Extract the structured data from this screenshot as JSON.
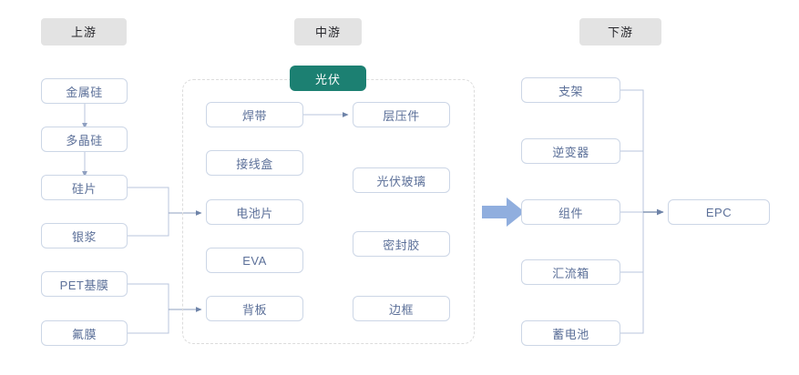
{
  "diagram": {
    "title_hidden": "",
    "colors": {
      "node_border": "#ccd6e6",
      "node_text": "#5c7099",
      "stage_header_bg": "#e3e3e3",
      "stage_header_text": "#26262b",
      "badge_bg": "#1c8072",
      "badge_text": "#ffffff",
      "wire": "#b9c6dd",
      "arrow_thin": "#6e83a8",
      "big_arrow": "#90aede",
      "dashed_border": "#dcdcdc",
      "background": "#ffffff"
    },
    "stages": [
      {
        "id": "upstream",
        "label": "上游"
      },
      {
        "id": "midstream",
        "label": "中游"
      },
      {
        "id": "downstream",
        "label": "下游"
      }
    ],
    "mid_badge": {
      "label": "光伏"
    },
    "upstream_nodes": [
      {
        "id": "metal-silicon",
        "label": "金属硅"
      },
      {
        "id": "polysilicon",
        "label": "多晶硅"
      },
      {
        "id": "silicon-wafer",
        "label": "硅片"
      },
      {
        "id": "silver-paste",
        "label": "银浆"
      },
      {
        "id": "pet-base-film",
        "label": "PET基膜"
      },
      {
        "id": "fluorine-film",
        "label": "氟膜"
      }
    ],
    "midstream_left_nodes": [
      {
        "id": "solder-ribbon",
        "label": "焊带"
      },
      {
        "id": "junction-box",
        "label": "接线盒"
      },
      {
        "id": "solar-cell",
        "label": "电池片"
      },
      {
        "id": "eva",
        "label": "EVA"
      },
      {
        "id": "backsheet",
        "label": "背板"
      }
    ],
    "midstream_right_nodes": [
      {
        "id": "laminate",
        "label": "层压件"
      },
      {
        "id": "pv-glass",
        "label": "光伏玻璃"
      },
      {
        "id": "sealant",
        "label": "密封胶"
      },
      {
        "id": "frame",
        "label": "边框"
      }
    ],
    "downstream_nodes": [
      {
        "id": "mounting-bracket",
        "label": "支架"
      },
      {
        "id": "inverter",
        "label": "逆变器"
      },
      {
        "id": "module",
        "label": "组件"
      },
      {
        "id": "combiner-box",
        "label": "汇流箱"
      },
      {
        "id": "storage-battery",
        "label": "蓄电池"
      }
    ],
    "terminal_node": {
      "id": "epc",
      "label": "EPC"
    }
  }
}
